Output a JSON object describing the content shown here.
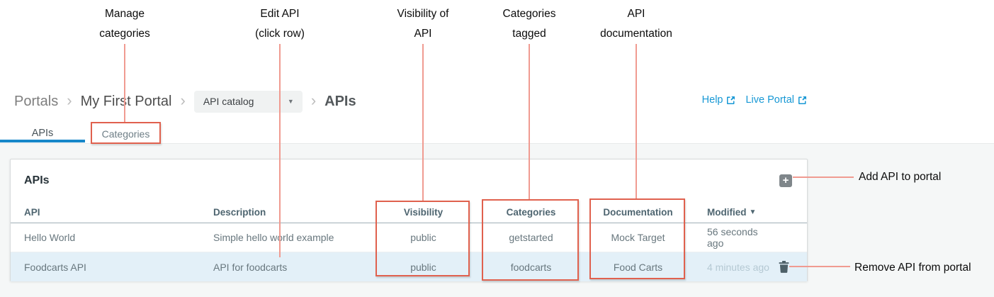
{
  "annotations": {
    "top": [
      {
        "text": "Manage\ncategories"
      },
      {
        "text": "Edit API\n(click row)"
      },
      {
        "text": "Visibility of\nAPI"
      },
      {
        "text": "Categories\ntagged"
      },
      {
        "text": "API\ndocumentation"
      }
    ],
    "right": [
      {
        "text": "Add API to portal"
      },
      {
        "text": "Remove API from portal"
      }
    ]
  },
  "breadcrumb": {
    "root": "Portals",
    "portal": "My First Portal",
    "dropdown_value": "API catalog",
    "current": "APIs"
  },
  "header_links": [
    {
      "label": "Help"
    },
    {
      "label": "Live Portal"
    }
  ],
  "tabs": [
    {
      "label": "APIs",
      "active": true
    },
    {
      "label": "Categories",
      "active": false
    }
  ],
  "panel": {
    "title": "APIs",
    "table": {
      "columns": [
        "API",
        "Description",
        "Visibility",
        "Categories",
        "Documentation",
        "Modified"
      ],
      "sort_column": "Modified",
      "sort_direction": "desc",
      "rows": [
        {
          "api": "Hello World",
          "description": "Simple hello world example",
          "visibility": "public",
          "categories": "getstarted",
          "documentation": "Mock Target",
          "modified": "56 seconds ago"
        },
        {
          "api": "Foodcarts API",
          "description": "API for foodcarts",
          "visibility": "public",
          "categories": "foodcarts",
          "documentation": "Food Carts",
          "modified": "4 minutes ago",
          "highlighted": true
        }
      ]
    }
  },
  "icons": {
    "add": "+",
    "sort_desc": "▼",
    "dropdown_caret": "▼",
    "breadcrumb_separator": "›"
  },
  "colors": {
    "link_blue": "#1798d5",
    "tab_active_underline": "#1787c9",
    "annotation_line": "#f09b91",
    "annotation_box": "#e0614e",
    "row_highlight": "#e3f0f8",
    "panel_background": "#ffffff",
    "content_background": "#f5f7f7"
  }
}
